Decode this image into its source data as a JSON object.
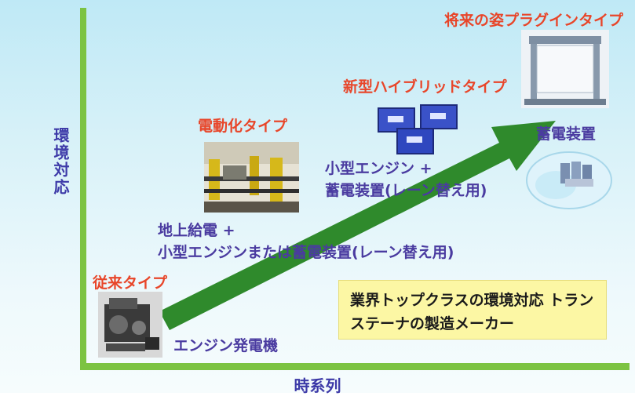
{
  "axes": {
    "y_label": "環境対応",
    "x_label": "時系列"
  },
  "stages": {
    "conventional_title": "従来タイプ",
    "conventional_desc": "エンジン発電機",
    "electric_title": "電動化タイプ",
    "electric_desc_line1": "地上給電 +",
    "electric_desc_line2": "小型エンジンまたは蓄電装置(レーン替え用)",
    "hybrid_title": "新型ハイブリッドタイプ",
    "hybrid_desc_line1": "小型エンジン +",
    "hybrid_desc_line2": "蓄電装置(レーン替え用)",
    "future_title": "将来の姿プラグインタイプ",
    "future_desc": "蓄電装置"
  },
  "callout": {
    "line1": "業界トップクラスの環境対応 トラン",
    "line2": "ステーナの製造メーカー"
  },
  "colors": {
    "axis": "#7cc342",
    "arrow": "#2f8a2c",
    "title_red": "#e8462a",
    "desc_purple": "#4a3ba0",
    "callout_bg": "#fcf7a4"
  }
}
